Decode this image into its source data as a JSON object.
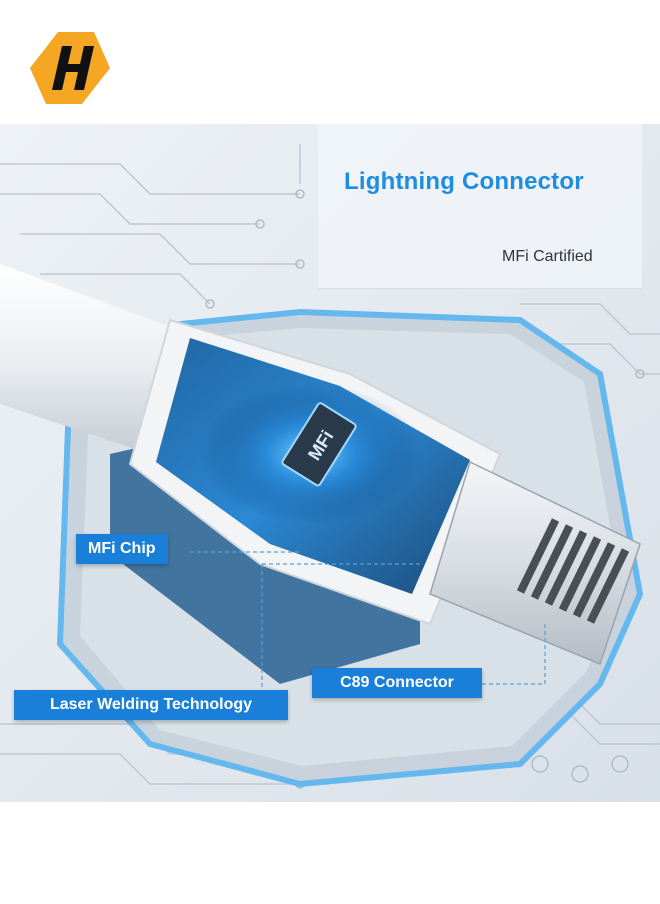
{
  "brand": {
    "logo_icon": "h-hexagon-logo-icon",
    "color": "#f5a623"
  },
  "product": {
    "title": "Lightning Connector",
    "subtitle": "MFi Cartified",
    "chip_text": "MFi"
  },
  "callouts": {
    "chip": "MFi Chip",
    "connector": "C89 Connector",
    "welding": "Laser Welding Technology"
  },
  "colors": {
    "accent": "#1a7fd8",
    "title": "#1c8de0"
  }
}
